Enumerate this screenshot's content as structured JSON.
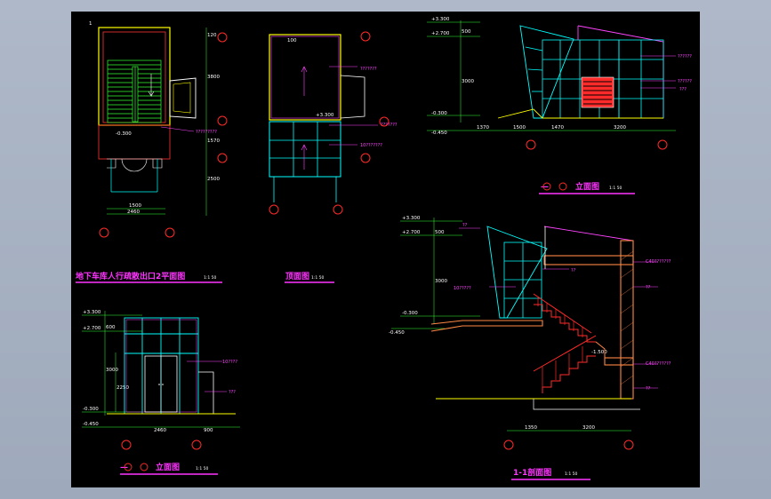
{
  "colors": {
    "background": "#000000",
    "window": "#a8b2c2",
    "cyan": "#00ffff",
    "yellow": "#ffff00",
    "magenta": "#ff33ff",
    "red": "#ff2a2a",
    "green": "#33ff33",
    "white": "#ffffff",
    "orange": "#ff8844"
  },
  "plan": {
    "title": "地下车库人行疏散出口2平面图",
    "dims": {
      "top": "120",
      "mid": "3800",
      "low": "1570",
      "bot": "2500",
      "w1": "1500",
      "w2": "2460"
    },
    "level": "-0.300",
    "note": "?????????",
    "mark": "1"
  },
  "roof": {
    "title": "顶面图",
    "notes": [
      "???????",
      "???????",
      "10???????"
    ],
    "level": "+3.300",
    "small": "100"
  },
  "elevation_side": {
    "title": "立面图",
    "levels": [
      "+3.300",
      "+2.700",
      "-0.300",
      "-0.450"
    ],
    "dims": {
      "d500": "500",
      "d3000": "3000",
      "b1370": "1370",
      "b1500": "1500",
      "b1470": "1470",
      "b3200": "3200"
    },
    "notes": [
      "??????",
      "??????",
      "???"
    ]
  },
  "elevation_front": {
    "title": "立面图",
    "levels": [
      "+3.300",
      "+2.700",
      "-0.300",
      "-0.450"
    ],
    "dims": {
      "d600": "600",
      "d3000": "3000",
      "d2250": "2250",
      "b2460": "2460",
      "b900": "900"
    },
    "notes": [
      "10????",
      "???"
    ]
  },
  "section": {
    "title": "1-1剖面图",
    "levels": [
      "+3.300",
      "+2.700",
      "-0.300",
      "-0.450",
      "-1.500"
    ],
    "dims": {
      "d500": "500",
      "d3000": "3000",
      "b1350": "1350",
      "b3200": "3200"
    },
    "notes": [
      "??",
      "10?????",
      "??",
      "??",
      "C40???????",
      "C40???????",
      "??"
    ]
  },
  "scale_label": "1:1 50"
}
